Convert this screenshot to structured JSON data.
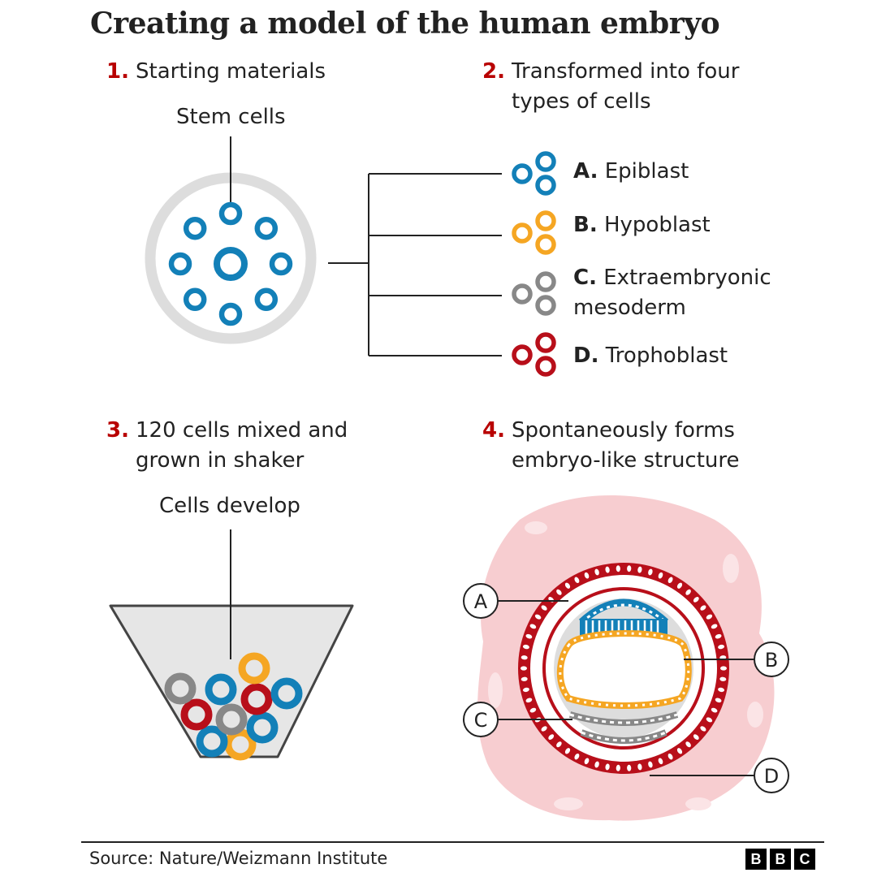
{
  "title": "Creating a model of the human embryo",
  "steps": [
    {
      "num": "1.",
      "text": "Starting materials"
    },
    {
      "num": "2.",
      "text": "Transformed into four types of cells"
    },
    {
      "num": "3.",
      "text": "120 cells mixed and grown in shaker"
    },
    {
      "num": "4.",
      "text": "Spontaneously forms embryo-like structure"
    }
  ],
  "labels": {
    "stem_cells": "Stem cells",
    "cells_develop": "Cells develop"
  },
  "cell_types": [
    {
      "letter": "A.",
      "name": "Epiblast",
      "color": "#1380b8"
    },
    {
      "letter": "B.",
      "name": "Hypoblast",
      "color": "#f5a623"
    },
    {
      "letter": "C.",
      "name": "Extraembryonic mesoderm",
      "color": "#888888"
    },
    {
      "letter": "D.",
      "name": "Trophoblast",
      "color": "#b80f1a"
    }
  ],
  "badges": {
    "a": "A",
    "b": "B",
    "c": "C",
    "d": "D"
  },
  "colors": {
    "accent": "#b80000",
    "pink": "#f7cdd0",
    "dish": "#dddddd"
  },
  "source": "Source: Nature/Weizmann Institute",
  "logo": [
    "B",
    "B",
    "C"
  ]
}
